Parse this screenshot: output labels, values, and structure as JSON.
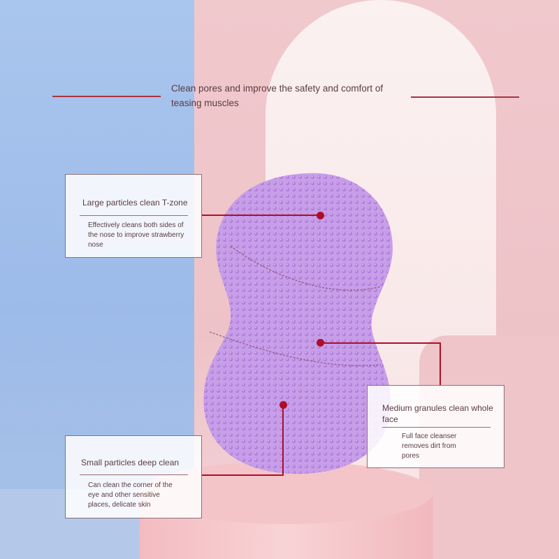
{
  "headline": {
    "line1": "Clean pores and improve the safety and comfort of",
    "line2": "teasing muscles"
  },
  "callouts": [
    {
      "title": "Large particles clean T-zone",
      "desc": [
        "Effectively cleans both sides of",
        "the nose to improve strawberry",
        "nose"
      ]
    },
    {
      "title": "Medium granules clean whole",
      "title2": "face",
      "desc": [
        "Full face cleanser",
        "removes dirt from",
        "pores"
      ]
    },
    {
      "title": "Small particles deep clean",
      "desc": [
        "Can clean the corner of the",
        "eye and other sensitive",
        "places, delicate skin"
      ]
    }
  ],
  "colors": {
    "accent_red": "#b00d2a",
    "pad_purple": "#c39be6",
    "blue_panel": "#a9c6ee",
    "pink_panel": "#f0c9cd"
  }
}
